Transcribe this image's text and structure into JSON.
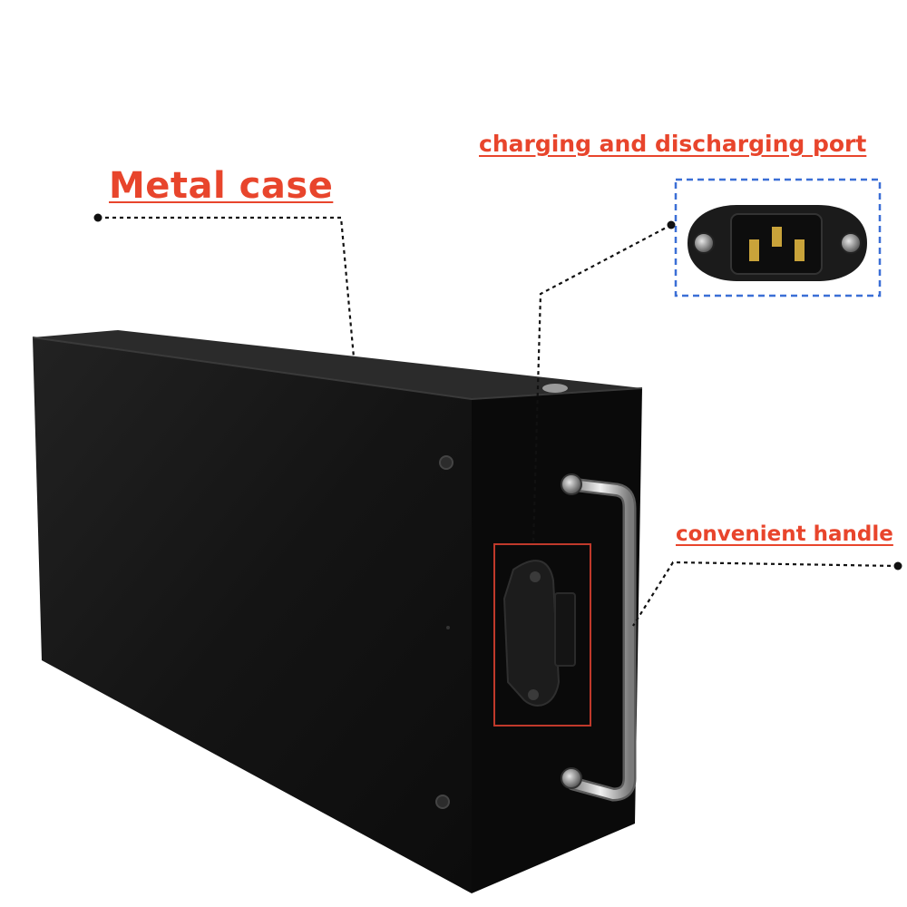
{
  "annotations": {
    "metal_case": "Metal case",
    "port": "charging and discharging port",
    "handle": "convenient handle"
  },
  "colors": {
    "label": "#e8452c",
    "leader": "#111111",
    "port_frame": "#3b6fd6",
    "highlight_box": "#c0392b",
    "case_front": "#161616",
    "case_top": "#2a2a2a",
    "case_side": "#0b0b0b",
    "handle": "#c8c8c8"
  }
}
